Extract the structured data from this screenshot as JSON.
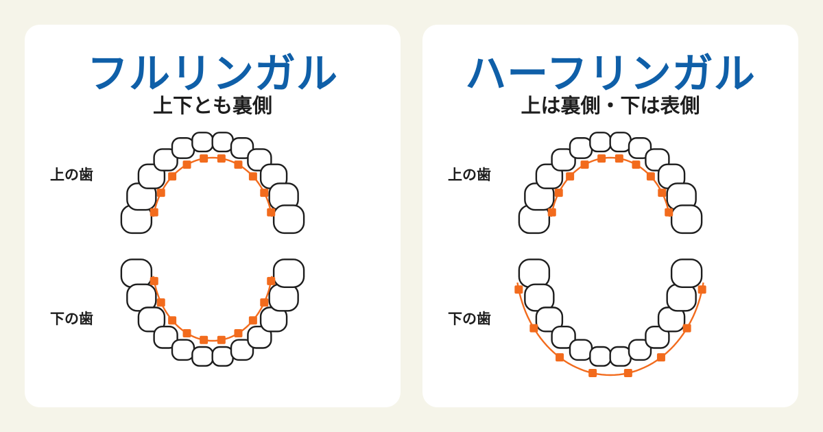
{
  "panels": [
    {
      "title": "フルリンガル",
      "subtitle": "上下とも裏側",
      "upper_label": "上の歯",
      "lower_label": "下の歯",
      "upper_brackets_side": "lingual",
      "lower_brackets_side": "lingual"
    },
    {
      "title": "ハーフリンガル",
      "subtitle": "上は裏側・下は表側",
      "upper_label": "上の歯",
      "lower_label": "下の歯",
      "upper_brackets_side": "lingual",
      "lower_brackets_side": "labial"
    }
  ],
  "colors": {
    "title": "#0f5fa8",
    "bracket": "#f26b1d",
    "tooth_outline": "#1d1d1d",
    "card": "#ffffff",
    "background": "#f5f4e9"
  }
}
